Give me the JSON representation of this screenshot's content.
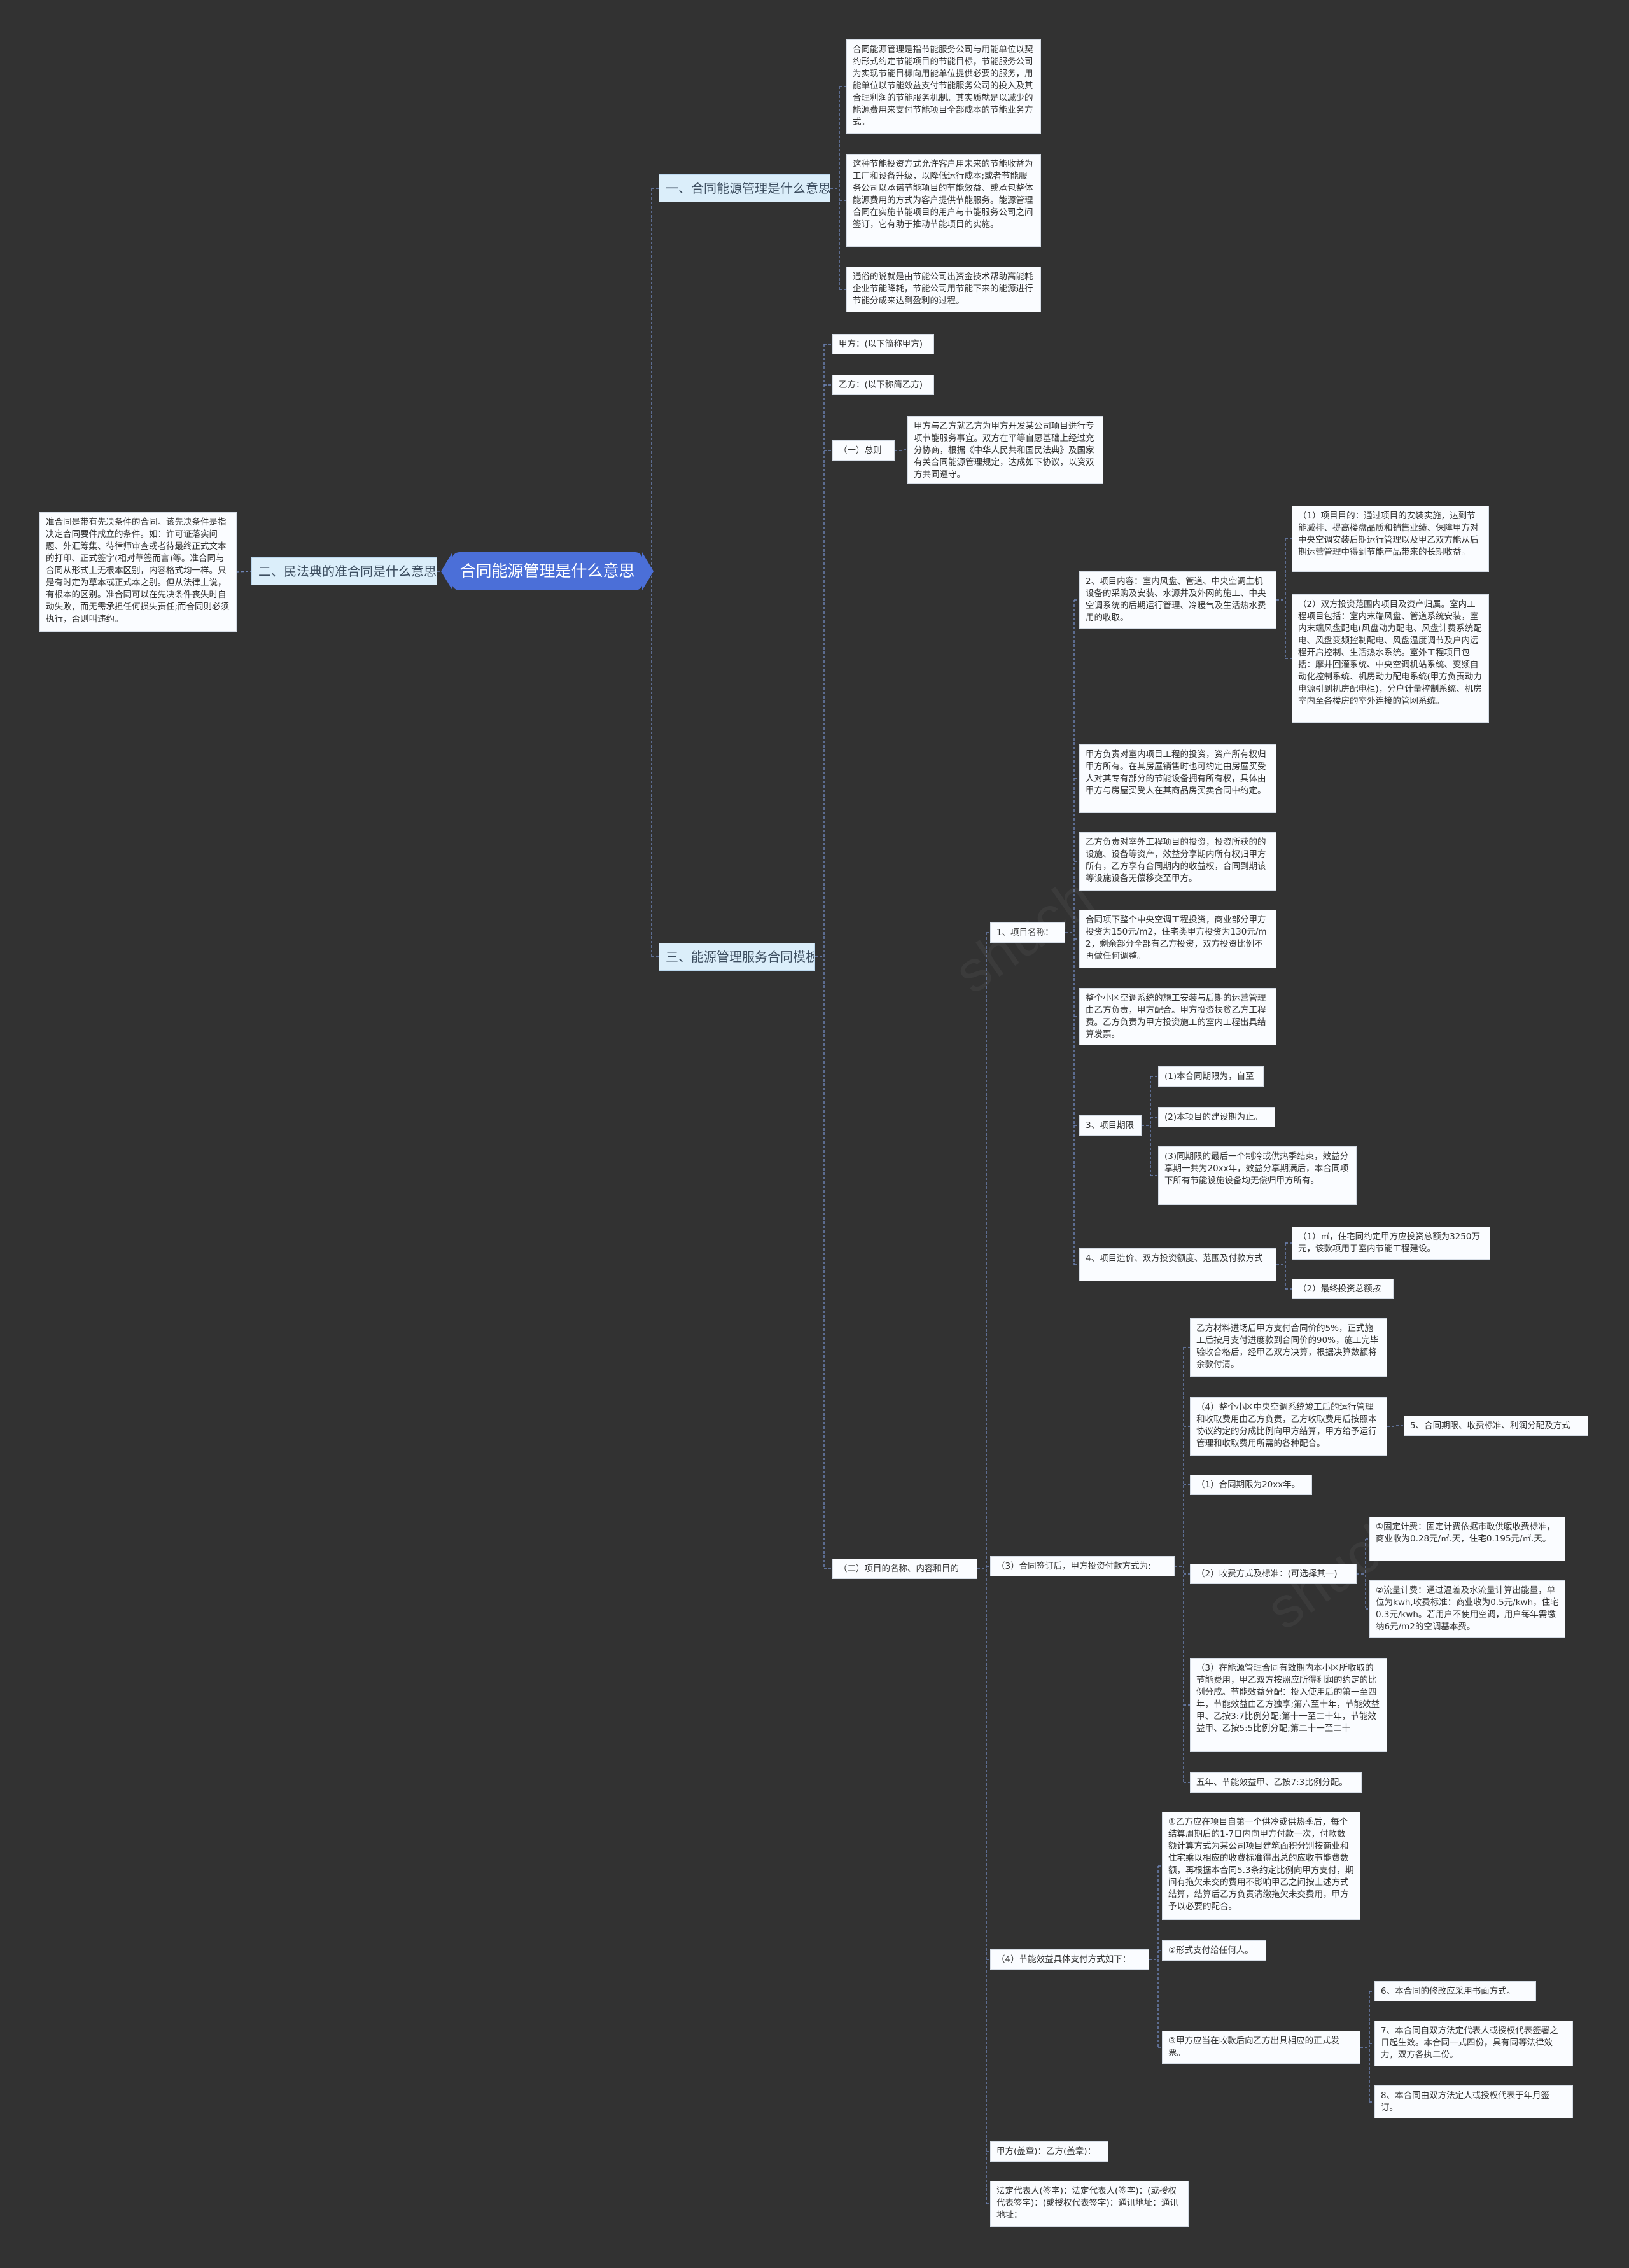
{
  "title": "合同能源管理是什么意思",
  "left_section": "二、民法典的准合同是什么意思",
  "left_note": "准合同是带有先决条件的合同。该先决条件是指决定合同要件成立的条件。如：许可证落实问题、外汇筹集、待律师审查或者待最终正式文本的打印、正式签字(相对草签而言)等。准合同与合同从形式上无根本区别，内容格式均一样。只是有时定为草本或正式本之别。但从法律上说，有根本的区别。准合同可以在先决条件丧失时自动失败，而无需承担任何损失责任;而合同则必须执行，否则叫违约。",
  "s1": {
    "title": "一、合同能源管理是什么意思",
    "items": [
      "合同能源管理是指节能服务公司与用能单位以契约形式约定节能项目的节能目标，节能服务公司为实现节能目标向用能单位提供必要的服务，用能单位以节能效益支付节能服务公司的投入及其合理利润的节能服务机制。其实质就是以减少的能源费用来支付节能项目全部成本的节能业务方式。",
      "这种节能投资方式允许客户用未来的节能收益为工厂和设备升级，以降低运行成本;或者节能服务公司以承诺节能项目的节能效益、或承包整体能源费用的方式为客户提供节能服务。能源管理合同在实施节能项目的用户与节能服务公司之间签订，它有助于推动节能项目的实施。",
      "通俗的说就是由节能公司出资金技术帮助高能耗企业节能降耗，节能公司用节能下来的能源进行节能分成来达到盈利的过程。"
    ]
  },
  "s3": {
    "title": "三、能源管理服务合同模板",
    "party_a": "甲方：(以下简称甲方)",
    "party_b": "乙方：(以下称简乙方)",
    "general": {
      "label": "（一）总则",
      "text": "甲方与乙方就乙方为甲方开发某公司项目进行专项节能服务事宜。双方在平等自愿基础上经过充分协商，根据《中华人民共和国民法典》及国家有关合同能源管理规定，达成如下协议，以资双方共同遵守。"
    },
    "section2": {
      "label": "（二）项目的名称、内容和目的",
      "project_name": {
        "label": "1、项目名称：",
        "content": {
          "label": "2、项目内容：室内风盘、管道、中央空调主机设备的采购及安装、水源井及外网的施工、中央空调系统的后期运行管理、冷暖气及生活热水费用的收取。",
          "items": [
            "（1）项目目的：通过项目的安装实施，达到节能减排、提高楼盘品质和销售业绩、保障甲方对中央空调安装后期运行管理以及甲乙双方能从后期运营管理中得到节能产品带来的长期收益。",
            "（2）双方投资范围内项目及资产归属。室内工程项目包括：室内末端风盘、管道系统安装，室内末端风盘配电(风盘动力配电、风盘计费系统配电、风盘变频控制配电、风盘温度调节及户内远程开启控制、生活热水系统。室外工程项目包括：摩井回灌系统、中央空调机站系统、变频自动化控制系统、机房动力配电系统(甲方负责动力电源引到机房配电柜)，分户计量控制系统、机房室内至各楼房的室外连接的管网系统。"
          ]
        },
        "paragraphs": [
          "甲方负责对室内项目工程的投资，资产所有权归甲方所有。在其房屋销售时也可约定由房屋买受人对其专有部分的节能设备拥有所有权，具体由甲方与房屋买受人在其商品房买卖合同中约定。",
          "乙方负责对室外工程项目的投资，投资所获的的设施、设备等资产，效益分享期内所有权归甲方所有，乙方享有合同期内的收益权，合同到期该等设施设备无偿移交至甲方。",
          "合同项下整个中央空调工程投资，商业部分甲方投资为150元/m2，住宅类甲方投资为130元/m2，剩余部分全部有乙方投资，双方投资比例不再做任何调整。",
          "整个小区空调系统的施工安装与后期的运营管理由乙方负责，甲方配合。甲方投资扶贫乙方工程费。乙方负责为甲方投资施工的室内工程出具结算发票。"
        ],
        "period": {
          "label": "3、项目期限",
          "items": [
            "(1)本合同期限为，自至",
            "(2)本项目的建设期为止。",
            "(3)同期限的最后一个制冷或供热季结束，效益分享期一共为20xx年，效益分享期满后，本合同项下所有节能设施设备均无偿归甲方所有。"
          ]
        },
        "cost": {
          "label": "4、项目造价、双方投资额度、范围及付款方式",
          "items": [
            "（1）㎡，住宅同约定甲方应投资总额为3250万元，该款项用于室内节能工程建设。",
            "（2）最终投资总额按"
          ]
        }
      },
      "payment": {
        "label": "（3）合同签订后，甲方投资付款方式为:",
        "items": [
          "乙方材料进场后甲方支付合同价的5%，正式施工后按月支付进度款到合同价的90%，施工完毕验收合格后，经甲乙双方决算，根据决算数额将余款付清。",
          "（4）整个小区中央空调系统竣工后的运行管理和收取费用由乙方负责，乙方收取费用后按照本协议约定的分成比例向甲方结算，甲方给予运行管理和收取费用所需的各种配合。",
          "（1）合同期限为20xx年。"
        ],
        "side_note": "5、合同期限、收费标准、利润分配及方式",
        "fees": {
          "label": "（2）收费方式及标准：(可选择其一)",
          "items": [
            "①固定计费：固定计费依据市政供暖收费标准，商业收为0.28元/㎡.天，住宅0.195元/㎡.天。",
            "②流量计费：通过温差及水流量计算出能量，单位为kwh,收费标准：商业收为0.5元/kwh，住宅0.3元/kwh。若用户不使用空调，用户每年需缴纳6元/m2的空调基本费。"
          ]
        },
        "share": "（3）在能源管理合同有效期内本小区所收取的节能费用，甲乙双方按照应所得利润的约定的比例分成。节能效益分配：投入使用后的第一至四年，节能效益由乙方独享;第六至十年，节能效益甲、乙按3:7比例分配;第十一至二十年，节能效益甲、乙按5:5比例分配;第二十一至二十",
        "share2": "五年、节能效益甲、乙按7:3比例分配。"
      },
      "settle": {
        "label": "（4）节能效益具体支付方式如下：",
        "item1": "①乙方应在项目自第一个供冷或供热季后，每个结算周期后的1-7日内向甲方付款一次，付款数额计算方式为某公司项目建筑面积分别按商业和住宅乘以相应的收费标准得出总的应收节能费数额，再根据本合同5.3条约定比例向甲方支付，期间有拖欠未交的费用不影响甲乙之间按上述方式结算，结算后乙方负责清缴拖欠未交费用，甲方予以必要的配合。",
        "item2": "②形式支付给任何人。",
        "item3": "③甲方应当在收款后向乙方出具相应的正式发票。",
        "notes": [
          "6、本合同的修改应采用书面方式。",
          "7、本合同自双方法定代表人或授权代表签署之日起生效。本合同一式四份，具有同等法律效力，双方各执二份。",
          "8、本合同由双方法定人或授权代表于年月签订。"
        ]
      },
      "sign1": "甲方(盖章)：乙方(盖章)：",
      "sign2": "法定代表人(签字)：法定代表人(签字)：(或授权代表签字)：(或授权代表签字)：通讯地址：通讯地址："
    }
  }
}
